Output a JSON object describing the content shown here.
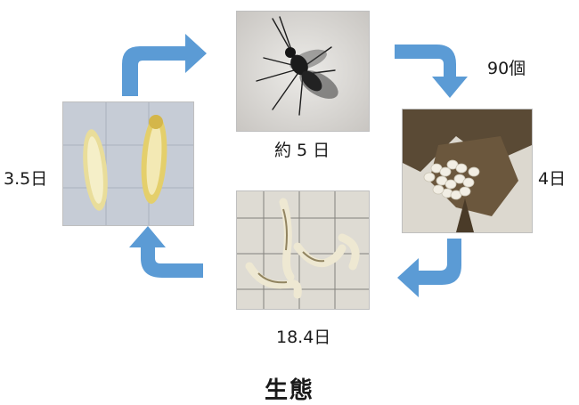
{
  "stages": {
    "adult": {
      "duration": "約 5 日"
    },
    "egg": {
      "count": "90個",
      "duration": "4日"
    },
    "larva": {
      "duration": "18.4日"
    },
    "pupa": {
      "duration": "3.5日"
    }
  },
  "caption": "生態",
  "colors": {
    "arrow": "#5b9bd5",
    "text": "#1a1a1a"
  },
  "icons": [
    "fly-photo",
    "egg-cluster-photo",
    "larva-photo",
    "pupa-photo",
    "cycle-arrow-icon"
  ]
}
